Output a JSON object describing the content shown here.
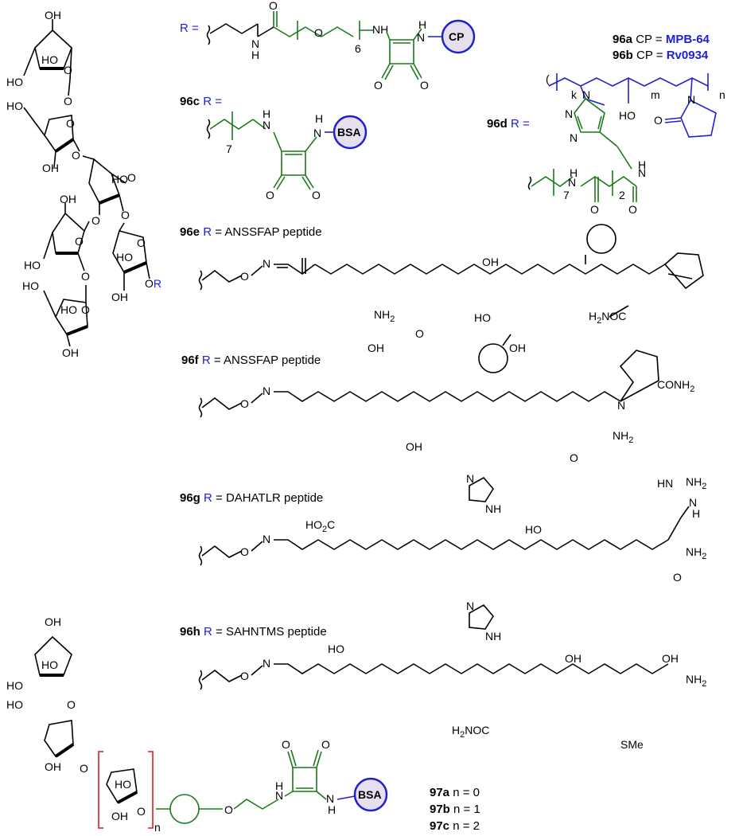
{
  "header": {
    "r_eq": "R =",
    "r_letter": "R"
  },
  "compounds": {
    "c96a": {
      "id": "96a",
      "cp_label": "CP =",
      "cp_value": "MPB-64"
    },
    "c96b": {
      "id": "96b",
      "cp_label": "CP =",
      "cp_value": "Rv0934"
    },
    "c96c": {
      "id": "96c",
      "eq": "R ="
    },
    "c96d": {
      "id": "96d",
      "eq": "R ="
    },
    "c96e": {
      "id": "96e",
      "desc": "R = ANSSFAP peptide"
    },
    "c96f": {
      "id": "96f",
      "desc": "R = ANSSFAP peptide"
    },
    "c96g": {
      "id": "96g",
      "desc": "R = DAHATLR peptide"
    },
    "c96h": {
      "id": "96h",
      "desc": "R = SAHNTMS peptide"
    },
    "c97a": {
      "id": "97a",
      "desc": "n = 0"
    },
    "c97b": {
      "id": "97b",
      "desc": "n = 1"
    },
    "c97c": {
      "id": "97c",
      "desc": "n = 2"
    }
  },
  "badges": {
    "cp": "CP",
    "bsa": "BSA"
  },
  "atoms": {
    "ho": "HO",
    "oh": "OH",
    "o": "O",
    "n": "N",
    "h": "H",
    "nh": "NH",
    "nh2": "NH",
    "conh2": "CONH",
    "h2noc": "H",
    "sme": "SMe",
    "hooc": "HO",
    "or": "OR",
    "six": "6",
    "seven": "7",
    "two": "2",
    "k": "k",
    "m": "m",
    "nsub": "n"
  }
}
